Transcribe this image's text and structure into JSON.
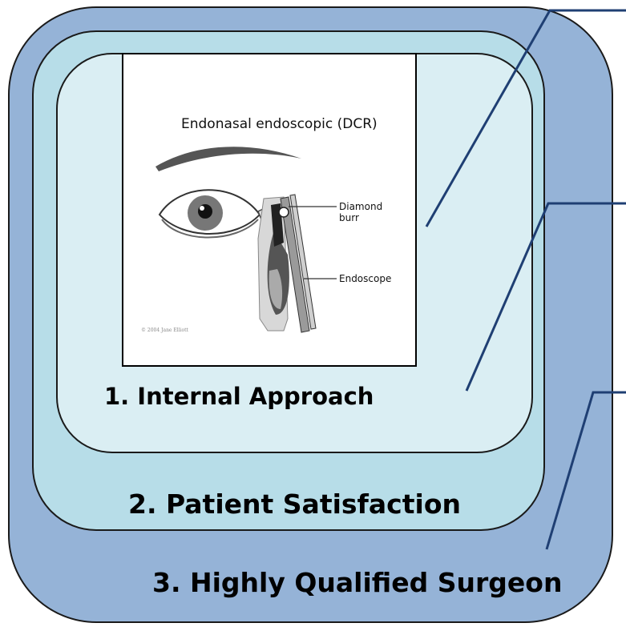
{
  "layers": [
    {
      "id": "layer1",
      "label": "1. Internal Approach",
      "fill": "#daeef3"
    },
    {
      "id": "layer2",
      "label": "2. Patient Satisfaction",
      "fill": "#b7dde8"
    },
    {
      "id": "layer3",
      "label": "3. Highly Qualified Surgeon",
      "fill": "#95b3d7"
    }
  ],
  "figure": {
    "title": "Endonasal endoscopic (DCR)",
    "labels": {
      "diamond_burr_line1": "Diamond",
      "diamond_burr_line2": "burr",
      "endoscope": "Endoscope"
    },
    "copyright": "© 2004 Jane Elliott"
  },
  "colors": {
    "callout_line": "#1f3f73",
    "outline": "#1a1a1a"
  }
}
